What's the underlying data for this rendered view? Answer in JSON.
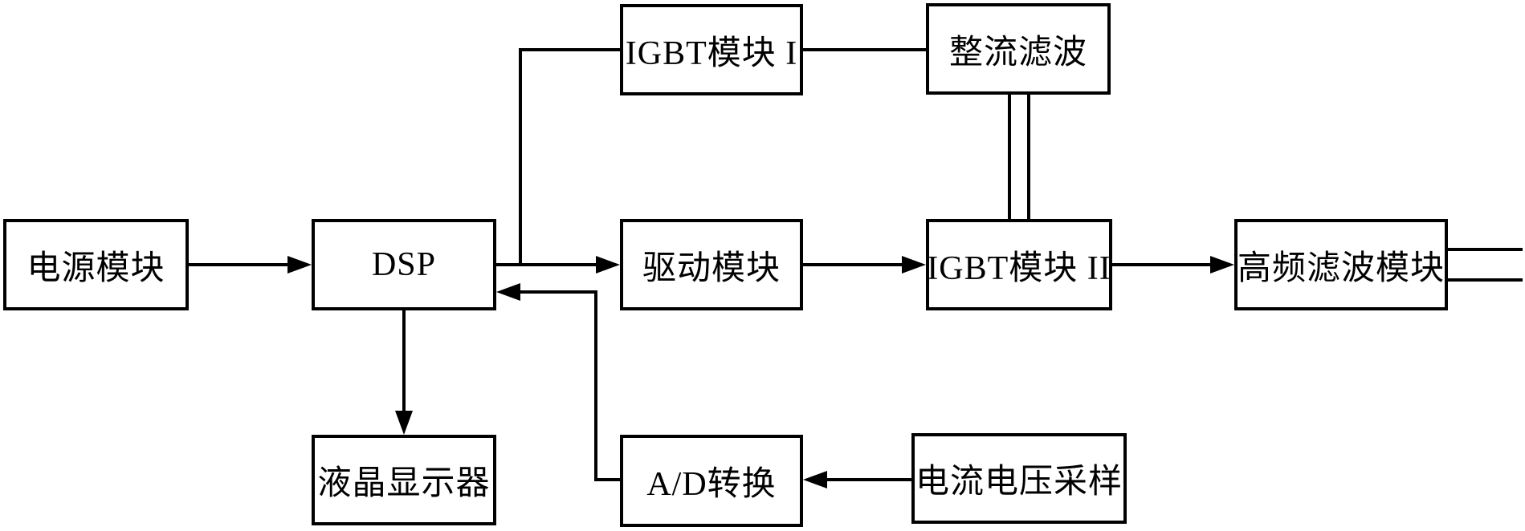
{
  "diagram": {
    "type": "block-diagram",
    "background_color": "#ffffff",
    "line_color": "#000000",
    "nodes": {
      "power": {
        "label": "电源模块"
      },
      "dsp": {
        "label": "DSP"
      },
      "igbt1": {
        "label": "IGBT模块 I"
      },
      "rectifier": {
        "label": "整流滤波"
      },
      "drive": {
        "label": "驱动模块"
      },
      "igbt2": {
        "label": "IGBT模块 II"
      },
      "hf_filter": {
        "label": "高频滤波模块"
      },
      "lcd": {
        "label": "液晶显示器"
      },
      "adc": {
        "label": "A/D转换"
      },
      "sampling": {
        "label": "电流电压采样"
      }
    },
    "edges": [
      {
        "from": "power",
        "to": "dsp",
        "style": "arrow"
      },
      {
        "from": "dsp",
        "to": "drive",
        "style": "arrow"
      },
      {
        "from": "dsp",
        "to": "igbt1",
        "style": "line"
      },
      {
        "from": "igbt1",
        "to": "rectifier",
        "style": "line"
      },
      {
        "from": "rectifier",
        "to": "igbt2",
        "style": "double-line"
      },
      {
        "from": "drive",
        "to": "igbt2",
        "style": "arrow"
      },
      {
        "from": "igbt2",
        "to": "hf_filter",
        "style": "arrow"
      },
      {
        "from": "hf_filter",
        "to": "output-right-edge",
        "style": "two-parallel-lines"
      },
      {
        "from": "dsp",
        "to": "lcd",
        "style": "arrow"
      },
      {
        "from": "adc",
        "to": "dsp",
        "style": "arrow"
      },
      {
        "from": "sampling",
        "to": "adc",
        "style": "arrow"
      }
    ]
  }
}
